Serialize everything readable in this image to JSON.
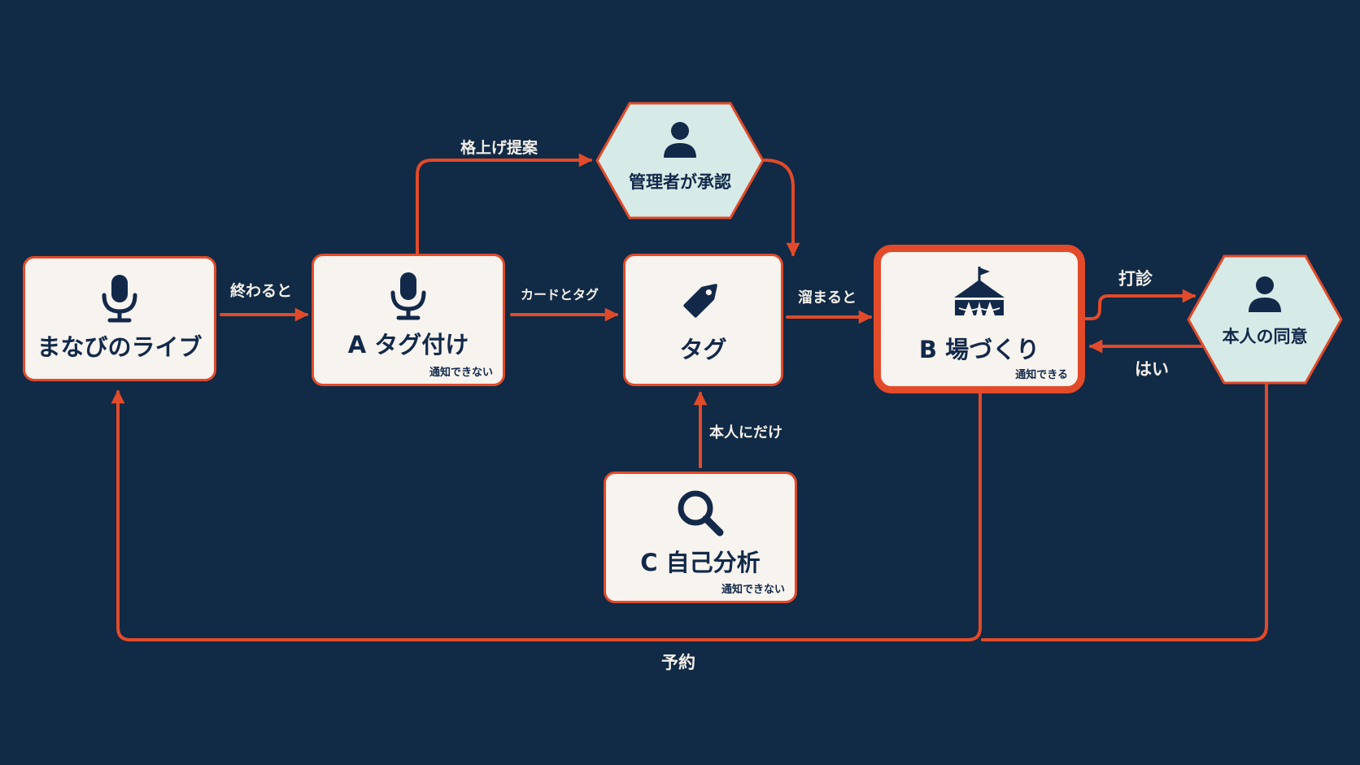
{
  "nodes": {
    "manabi_live": {
      "title": "まなびのライブ"
    },
    "a_tagging": {
      "title": "A タグ付け",
      "sub": "通知できない"
    },
    "tag": {
      "title": "タグ"
    },
    "b_bazukuri": {
      "title": "B 場づくり",
      "sub": "通知できる"
    },
    "c_self_analysis": {
      "title": "C 自己分析",
      "sub": "通知できない"
    },
    "admin_approval": {
      "title": "管理者が承認"
    },
    "person_consent": {
      "title": "本人の同意"
    }
  },
  "edges": {
    "ends": "終わると",
    "upgrade_proposal": "格上げ提案",
    "card_and_tag": "カードとタグ",
    "accumulates": "溜まると",
    "sounding_out": "打診",
    "yes": "はい",
    "only_self": "本人にだけ",
    "reservation": "予約"
  },
  "icons": {
    "manabi_live": "microphone-icon",
    "a_tagging": "microphone-icon",
    "tag": "tag-icon",
    "b_bazukuri": "circus-tent-icon",
    "c_self_analysis": "magnifier-icon",
    "admin_approval": "person-icon",
    "person_consent": "person-icon"
  },
  "colors": {
    "background": "#112a45",
    "accent": "#e24a2a",
    "box_fill": "#f7f3ee",
    "hex_fill": "#d6ebe7",
    "text_dark": "#12294a",
    "label_text": "#f3efe9"
  }
}
